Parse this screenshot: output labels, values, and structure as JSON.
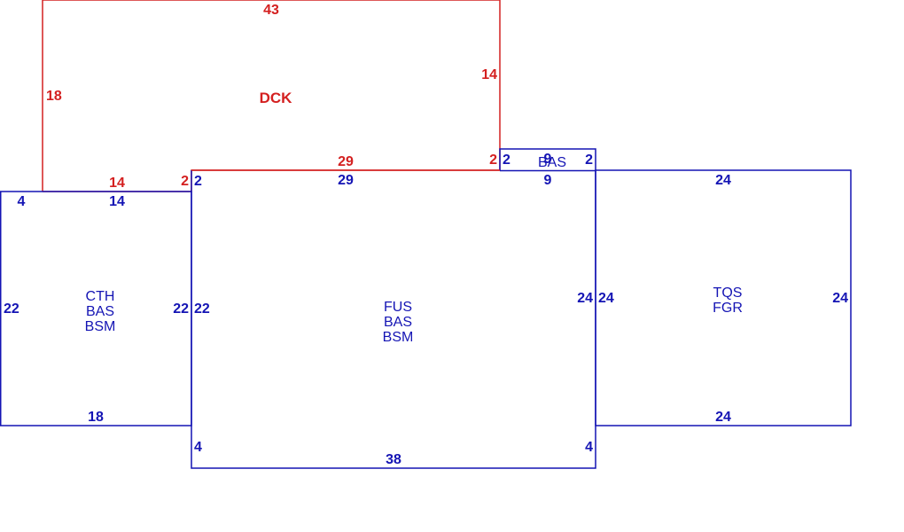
{
  "colors": {
    "upper_floor": "#d42020",
    "lower_floor": "#1414b4",
    "background": "#ffffff"
  },
  "areas": {
    "dck": {
      "labels": [
        "DCK"
      ],
      "dims": {
        "top": "43",
        "left": "18",
        "right": "14",
        "bottom_mid": "29",
        "bottom_right": "2",
        "bottom_left_a": "14",
        "bottom_left_b": "2"
      }
    },
    "cth": {
      "labels": [
        "CTH",
        "BAS",
        "BSM"
      ],
      "dims": {
        "top_left": "4",
        "top": "14",
        "left": "22",
        "right": "22",
        "bottom": "18"
      }
    },
    "fus": {
      "labels": [
        "FUS",
        "BAS",
        "BSM"
      ],
      "dims": {
        "top_left": "2",
        "top": "29",
        "left": "22",
        "right": "24",
        "bottom_left": "4",
        "bottom": "38",
        "bottom_right": "4"
      }
    },
    "bas_small": {
      "labels": [
        "BAS"
      ],
      "dims": {
        "left": "2",
        "top": "9",
        "right": "2",
        "bottom": "9"
      }
    },
    "tqs": {
      "labels": [
        "TQS",
        "FGR"
      ],
      "dims": {
        "top": "24",
        "left": "24",
        "right": "24",
        "bottom": "24"
      }
    }
  }
}
